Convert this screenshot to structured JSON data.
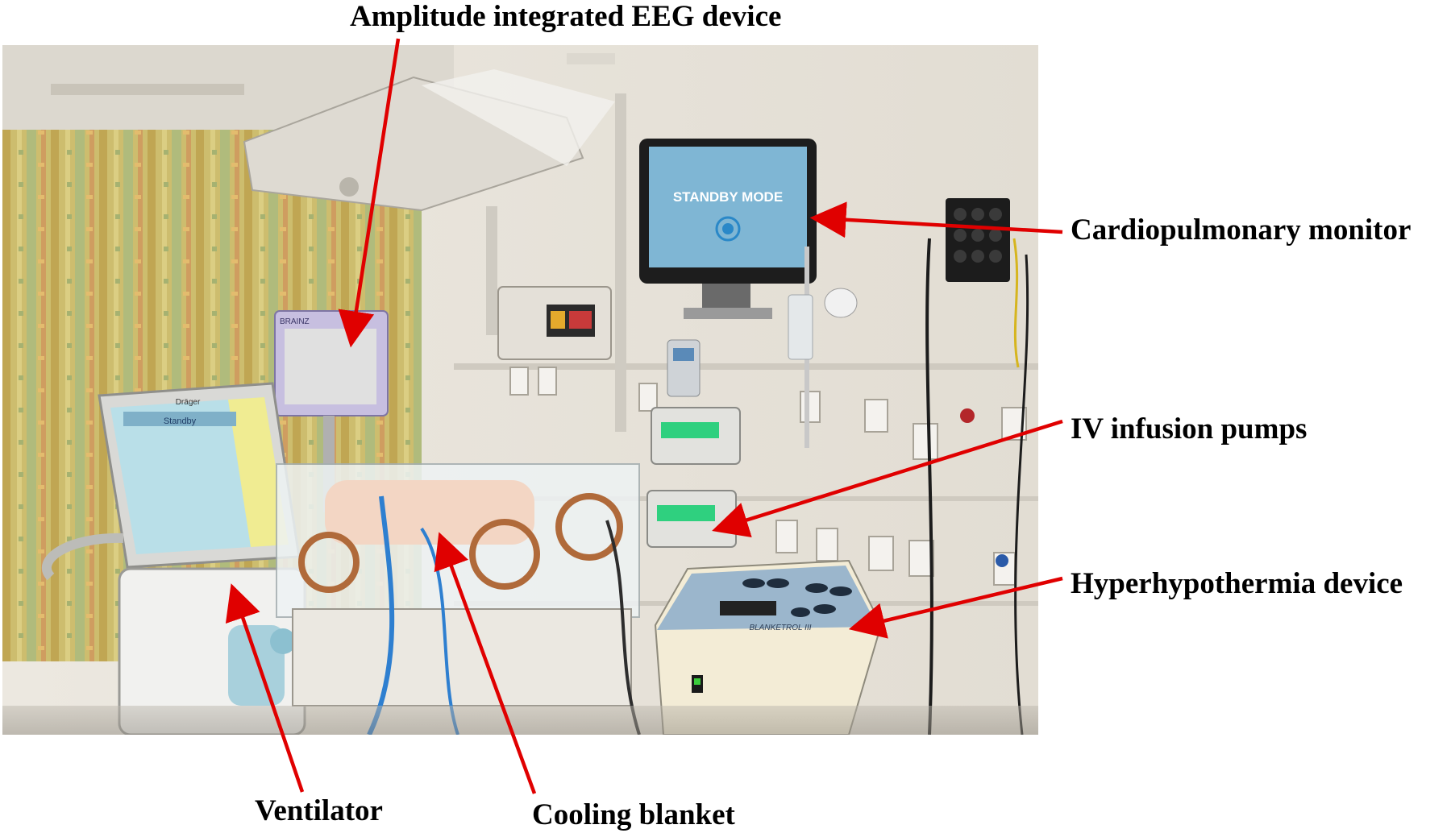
{
  "labels": {
    "aeeg": "Amplitude integrated EEG device",
    "cardio": "Cardiopulmonary monitor",
    "iv": "IV infusion pumps",
    "hyper": "Hyperhypothermia device",
    "vent": "Ventilator",
    "cool": "Cooling blanket"
  },
  "photo_text": {
    "standby": "STANDBY MODE",
    "brainz": "BRAINZ",
    "drager": "Dräger",
    "vent_standby": "Standby",
    "blanketrol": "BLANKETROL III"
  },
  "colors": {
    "arrow": "#e00000",
    "label": "#000000",
    "monitor_screen": "#7fb6d4"
  }
}
